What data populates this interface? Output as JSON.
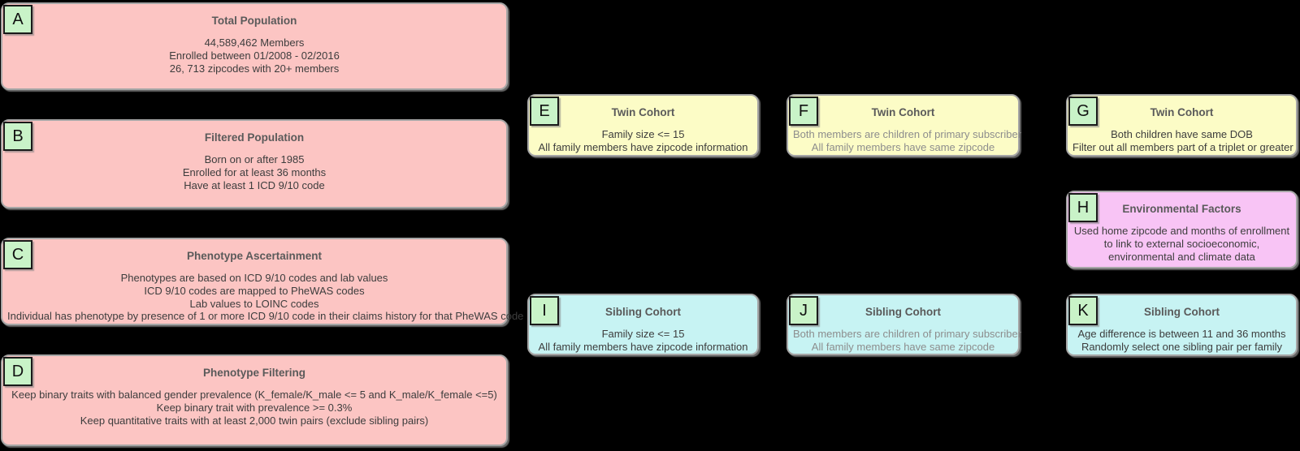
{
  "canvas": {
    "background": "#000000"
  },
  "colors": {
    "node_border": "#a6a6a6",
    "badge_fill": "#c9f3c8",
    "badge_border": "#1a1a1a",
    "title_text": "#5a5a5a"
  },
  "nodes": {
    "A": {
      "letter": "A",
      "title": "Total Population",
      "fill": "#fcc5c3",
      "body_color": "#3d3d3d",
      "lines": [
        "44,589,462 Members",
        "Enrolled between 01/2008 - 02/2016",
        "26, 713 zipcodes with 20+ members"
      ]
    },
    "B": {
      "letter": "B",
      "title": "Filtered Population",
      "fill": "#fcc5c3",
      "body_color": "#3d3d3d",
      "lines": [
        "Born on or after 1985",
        "Enrolled for at least 36 months",
        "Have at least 1 ICD 9/10 code"
      ]
    },
    "C": {
      "letter": "C",
      "title": "Phenotype Ascertainment",
      "fill": "#fcc5c3",
      "body_color": "#3d3d3d",
      "lines": [
        "Phenotypes are based on ICD 9/10 codes and lab values",
        "ICD 9/10 codes are mapped to PheWAS codes",
        "Lab values to LOINC codes",
        "Individual has phenotype by presence of 1 or more ICD 9/10 code in their claims history for that PheWAS code"
      ]
    },
    "D": {
      "letter": "D",
      "title": "Phenotype Filtering",
      "fill": "#fcc5c3",
      "body_color": "#3d3d3d",
      "lines": [
        "Keep binary traits with balanced gender prevalence (K_female/K_male <= 5 and K_male/K_female <=5)",
        "Keep binary trait with prevalence >= 0.3%",
        "Keep quantitative traits with at least 2,000 twin pairs (exclude sibling pairs)"
      ]
    },
    "E": {
      "letter": "E",
      "title": "Twin Cohort",
      "fill": "#fcfcc6",
      "body_color": "#3d3d3d",
      "lines": [
        "Family size <= 15",
        "All family members have zipcode information"
      ]
    },
    "F": {
      "letter": "F",
      "title": "Twin Cohort",
      "fill": "#fcfcc6",
      "body_color": "#8d8d8d",
      "lines": [
        "Both members are children of primary subscriber",
        "All family members have same zipcode"
      ]
    },
    "G": {
      "letter": "G",
      "title": "Twin Cohort",
      "fill": "#fcfcc6",
      "body_color": "#3d3d3d",
      "lines": [
        "Both children have same DOB",
        "Filter out all members part of a triplet or greater"
      ]
    },
    "H": {
      "letter": "H",
      "title": "Environmental Factors",
      "fill": "#f8c4f5",
      "body_color": "#3d3d3d",
      "lines": [
        "Used home zipcode and months of enrollment to link to external socioeconomic, environmental and climate data"
      ]
    },
    "I": {
      "letter": "I",
      "title": "Sibling Cohort",
      "fill": "#c7f3f3",
      "body_color": "#3d3d3d",
      "lines": [
        "Family size <= 15",
        "All family members have zipcode information"
      ]
    },
    "J": {
      "letter": "J",
      "title": "Sibling Cohort",
      "fill": "#c7f3f3",
      "body_color": "#8d8d8d",
      "lines": [
        "Both members are children of primary subscriber",
        "All family members have same zipcode"
      ]
    },
    "K": {
      "letter": "K",
      "title": "Sibling Cohort",
      "fill": "#c7f3f3",
      "body_color": "#3d3d3d",
      "lines": [
        "Age difference is between 11 and 36 months",
        "Randomly select one sibling pair per family"
      ]
    }
  }
}
